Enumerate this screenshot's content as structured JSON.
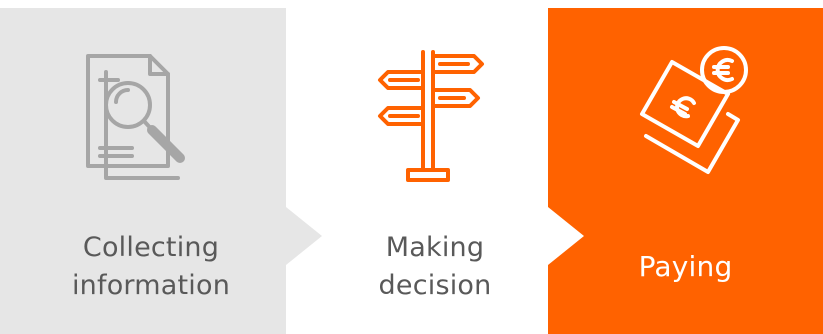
{
  "colors": {
    "step1_bg": "#e6e6e6",
    "step2_bg": "#ffffff",
    "step3_bg": "#ff6200",
    "step1_icon": "#a6a6a6",
    "step2_icon": "#ff6200",
    "step3_icon": "#ffffff",
    "text": "#595959",
    "text_active": "#ffffff"
  },
  "steps": [
    {
      "icon": "document-search-icon",
      "line1": "Collecting",
      "line2": "information",
      "active": false
    },
    {
      "icon": "signpost-icon",
      "line1": "Making",
      "line2": "decision",
      "active": false
    },
    {
      "icon": "euro-banknote-icon",
      "label": "Paying",
      "active": true
    }
  ]
}
